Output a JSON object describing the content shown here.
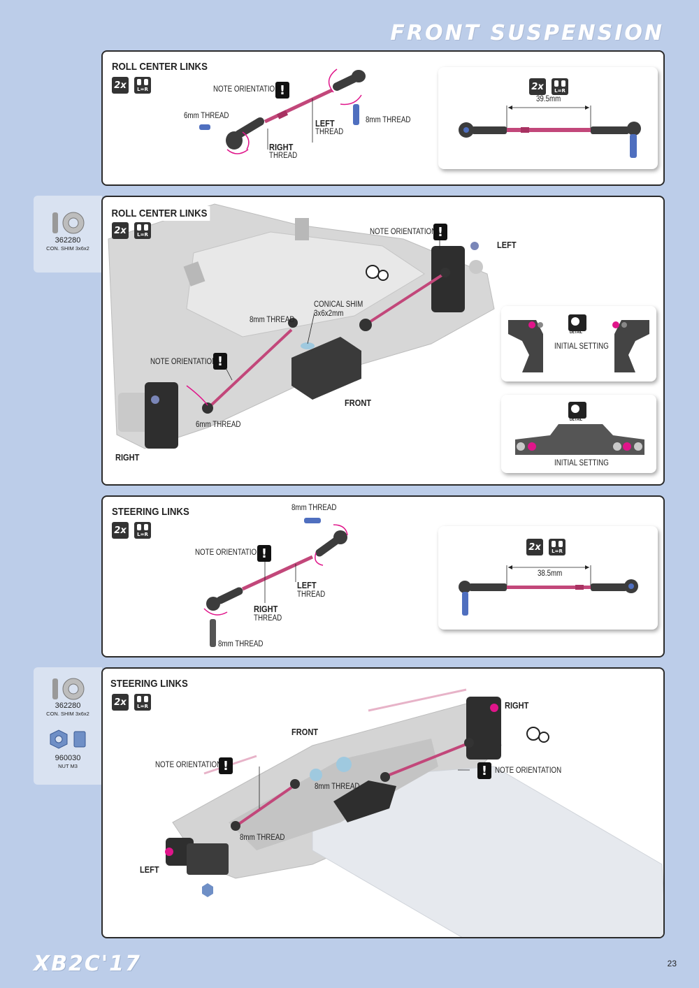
{
  "header": {
    "section_title": "FRONT SUSPENSION"
  },
  "panel1": {
    "title": "ROLL CENTER LINKS",
    "qty_badge": "2x",
    "lr_badge": "L=R",
    "note": "NOTE ORIENTATION",
    "thread_6mm": "6mm THREAD",
    "thread_8mm": "8mm THREAD",
    "right_thread_a": "RIGHT",
    "right_thread_b": "THREAD",
    "left_thread_a": "LEFT",
    "left_thread_b": "THREAD",
    "inset_length": "39.5mm"
  },
  "panel2": {
    "title": "ROLL CENTER LINKS",
    "qty_badge": "2x",
    "lr_badge": "L=R",
    "note_top": "NOTE ORIENTATION",
    "note_left": "NOTE ORIENTATION",
    "left_label": "LEFT",
    "conical_a": "CONICAL SHIM",
    "conical_b": "3x6x2mm",
    "thread_8mm": "8mm THREAD",
    "thread_6mm": "6mm THREAD",
    "front": "FRONT",
    "right": "RIGHT",
    "detail_badge": "DETAIL",
    "initial_setting_1": "INITIAL SETTING",
    "initial_setting_2": "INITIAL SETTING"
  },
  "panel3": {
    "title": "STEERING LINKS",
    "qty_badge": "2x",
    "lr_badge": "L=R",
    "thread_top": "8mm THREAD",
    "note": "NOTE ORIENTATION",
    "left_a": "LEFT",
    "left_b": "THREAD",
    "right_a": "RIGHT",
    "right_b": "THREAD",
    "thread_bottom": "8mm THREAD",
    "inset_length": "38.5mm"
  },
  "panel4": {
    "title": "STEERING LINKS",
    "qty_badge": "2x",
    "lr_badge": "L=R",
    "right": "RIGHT",
    "front": "FRONT",
    "note_left": "NOTE ORIENTATION",
    "note_right": "NOTE ORIENTATION",
    "thread_a": "8mm THREAD",
    "thread_b": "8mm THREAD",
    "left": "LEFT"
  },
  "side_parts_1": [
    {
      "part_no": "362280",
      "desc": "CON. SHIM 3x6x2"
    }
  ],
  "side_parts_2": [
    {
      "part_no": "362280",
      "desc": "CON. SHIM 3x6x2"
    },
    {
      "part_no": "960030",
      "desc": "NUT M3"
    }
  ],
  "footer": {
    "logo": "XB2C'17",
    "page_number": "23"
  },
  "colors": {
    "background": "#bccde9",
    "link_pink": "#c2477a",
    "accent_magenta": "#e0158a",
    "part_dark": "#333333"
  }
}
